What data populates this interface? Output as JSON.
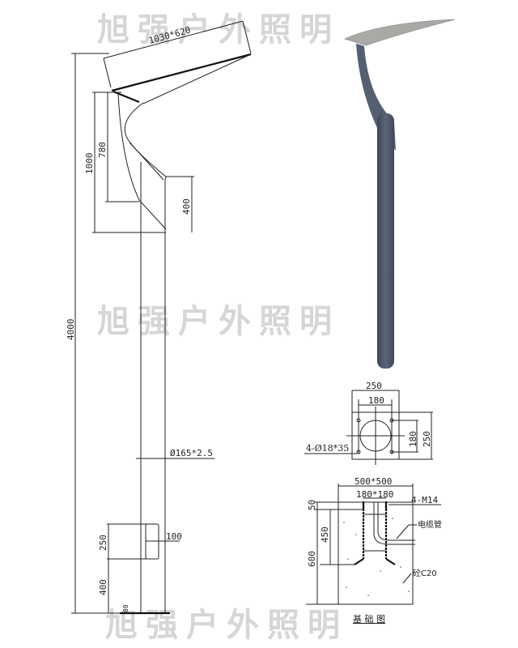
{
  "watermark": "旭强户外照明",
  "elevation": {
    "lamp_head": "1030*620",
    "arm_height": "1000",
    "arm_inner": "780",
    "arm_lower": "400",
    "total_height": "4000",
    "pole_spec": "Ø165*2.5",
    "door_height": "250",
    "door_width": "100",
    "door_offset": "400",
    "base_plate": "80"
  },
  "base_plate_plan": {
    "outer_width": "250",
    "bolt_spacing_x": "180",
    "bolt_spacing_y": "180",
    "outer_height": "250",
    "holes": "4-Ø18*35"
  },
  "foundation": {
    "size": "500*500",
    "bolt_spacing": "180*180",
    "bolts": "4-M14",
    "top": "50",
    "bolt_depth": "450",
    "depth": "600",
    "conduit_label": "电缆管",
    "concrete_label": "砼C20",
    "title": "基 础 图"
  },
  "colors": {
    "pole": "#4b5668",
    "shade": "#a9aaa6",
    "watermark": "#d6d6d6"
  }
}
